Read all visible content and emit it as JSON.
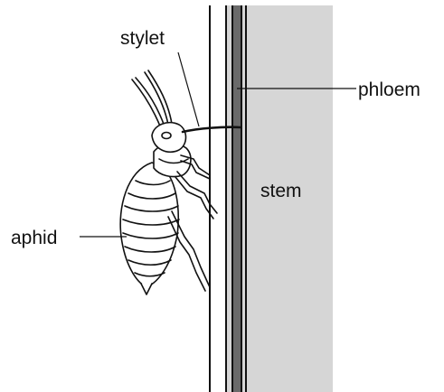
{
  "labels": {
    "stylet": "stylet",
    "phloem": "phloem",
    "stem": "stem",
    "aphid": "aphid"
  },
  "colors": {
    "outline": "#111111",
    "stem_fill": "#d6d6d6",
    "phloem_fill": "#6a6a6a",
    "background": "#ffffff"
  }
}
